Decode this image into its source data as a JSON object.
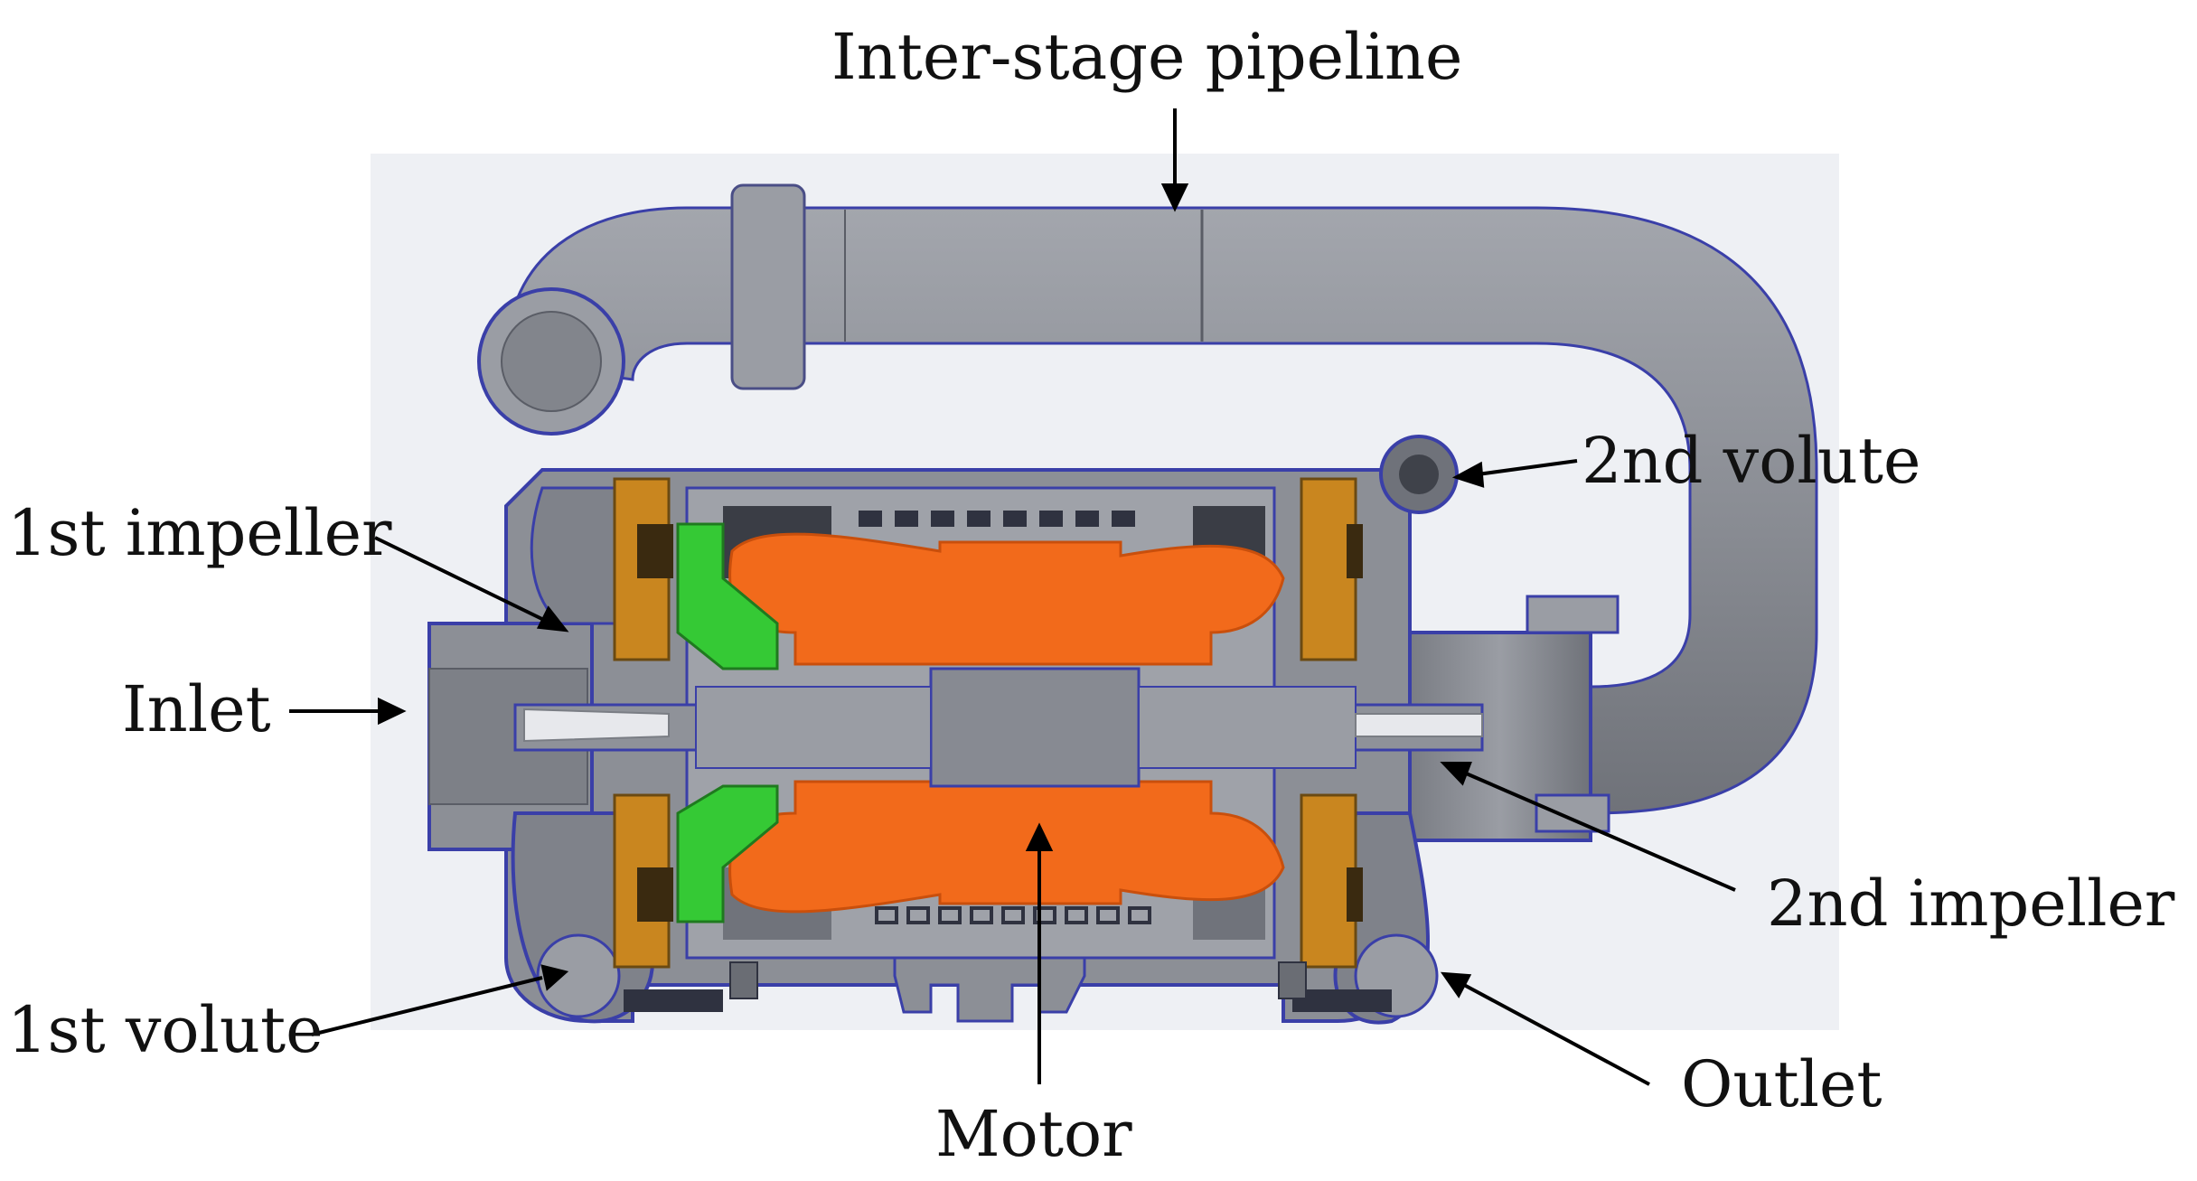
{
  "labels": {
    "pipeline": "Inter-stage pipeline",
    "volute2": "2nd volute",
    "impeller1": "1st impeller",
    "inlet": "Inlet",
    "impeller2": "2nd impeller",
    "volute1": "1st volute",
    "outlet": "Outlet",
    "motor": "Motor"
  },
  "colors": {
    "housing": "#8c8f96",
    "housing_dark": "#6a6d74",
    "outline": "#3a3fa8",
    "motor": "#f26a1b",
    "impeller_bronze": "#c9861f",
    "seal_green": "#35c935",
    "background_panel": "#eef0f4",
    "text": "#111111"
  }
}
